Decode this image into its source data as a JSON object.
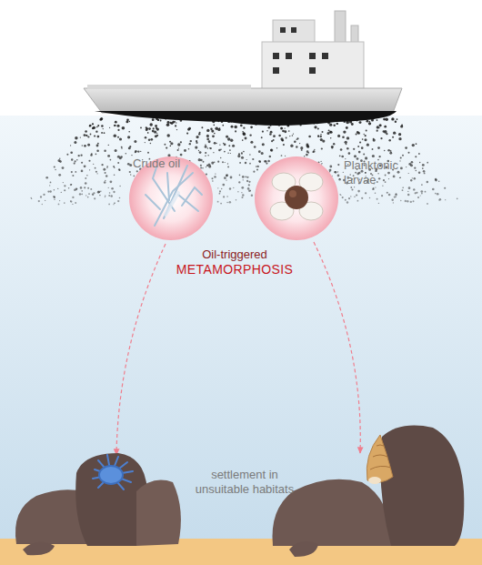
{
  "diagram": {
    "labels": [
      "Crude oil",
      "Planktonic larvae",
      "Oil-triggered",
      "METAMORPHOSIS",
      "settlement in unsuitable habitats"
    ]
  }
}
